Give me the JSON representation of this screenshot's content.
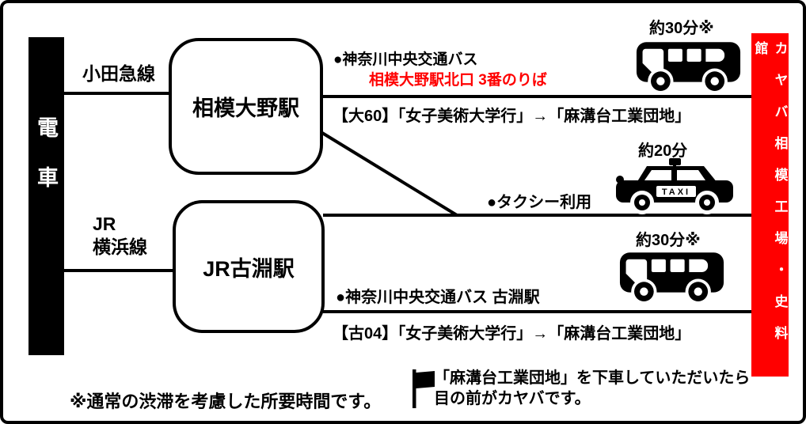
{
  "bars": {
    "train": "電車",
    "destination": "カヤバ相模工場・史料館"
  },
  "rail_lines": {
    "odakyu": "小田急線",
    "jr_line1": "JR",
    "jr_line2": "横浜線"
  },
  "stations": {
    "sagami_ono": "相模大野駅",
    "kobuchi": "JR古淵駅"
  },
  "routes": {
    "bus_sagamiono": {
      "operator": "●神奈川中央交通バス",
      "boarding_point": "相模大野駅北口 3番のりば",
      "duration": "約30分※",
      "route_detail": "【大60】「女子美術大学行」→「麻溝台工業団地」"
    },
    "taxi": {
      "label": "●タクシー利用",
      "duration": "約20分",
      "sign": "TAXI"
    },
    "bus_kobuchi": {
      "operator": "●神奈川中央交通バス 古淵駅",
      "duration": "約30分※",
      "route_detail": "【古04】「女子美術大学行」→「麻溝台工業団地」"
    }
  },
  "notes": {
    "traffic": "※通常の渋滞を考慮した所要時間です。",
    "arrival_1": "「麻溝台工業団地」を下車していただいたら",
    "arrival_2": "目の前がカヤバです。"
  },
  "colors": {
    "accent_red": "#ff0000",
    "black": "#000000"
  }
}
